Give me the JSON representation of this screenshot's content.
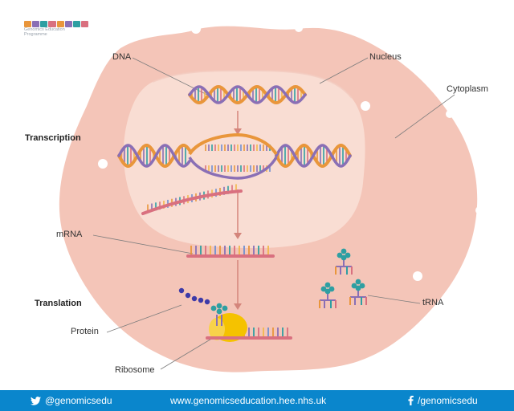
{
  "logo": {
    "line1": "Genomics Education",
    "line2": "Programme"
  },
  "labels": {
    "dna": "DNA",
    "nucleus": "Nucleus",
    "cytoplasm": "Cytoplasm",
    "transcription": "Transcription",
    "mrna": "mRNA",
    "translation": "Translation",
    "protein": "Protein",
    "ribosome": "Ribosome",
    "trna": "tRNA"
  },
  "footer": {
    "twitter": "@genomicsedu",
    "website": "www.genomicseducation.hee.nhs.uk",
    "facebook": "/genomicsedu"
  },
  "colors": {
    "cytoplasm": "#f4c5b8",
    "nucleus": "#f9ddd3",
    "arrow": "#d4857b",
    "strand_orange": "#e9963b",
    "strand_purple": "#8a6fb5",
    "ribosome": "#f5c200",
    "trna": "#2e9fa2",
    "footer_bg": "#0a86cc"
  }
}
